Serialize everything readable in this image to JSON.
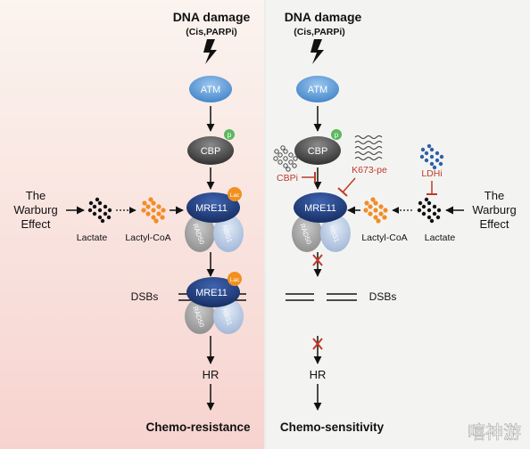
{
  "left": {
    "dna_damage": "DNA damage",
    "agents": "(Cis,PARPi)",
    "atm": "ATM",
    "cbp": "CBP",
    "p_badge": "p",
    "warburg": [
      "The",
      "Warburg",
      "Effect"
    ],
    "lactate": "Lactate",
    "lactyl_coa": "Lactyl-CoA",
    "mre11": "MRE11",
    "lac_badge": "Lac",
    "rad50": "RAD50",
    "nbs1": "NBS1",
    "dsbs": "DSBs",
    "hr": "HR",
    "outcome": "Chemo-resistance"
  },
  "right": {
    "dna_damage": "DNA damage",
    "agents": "(Cis,PARPi)",
    "atm": "ATM",
    "cbp": "CBP",
    "p_badge": "p",
    "cbpi": "CBPi",
    "k673": "K673-pe",
    "ldhi": "LDHi",
    "warburg": [
      "The",
      "Warburg",
      "Effect"
    ],
    "lactate": "Lactate",
    "lactyl_coa": "Lactyl-CoA",
    "mre11": "MRE11",
    "rad50": "RAD50",
    "nbs1": "NBS1",
    "dsbs": "DSBs",
    "hr": "HR",
    "outcome": "Chemo-sensitivity"
  },
  "watermark": "嘻神游",
  "colors": {
    "left_bg_top": "#fbf4ef",
    "left_bg_bottom": "#f7d3cf",
    "right_bg": "#f3f4f2",
    "atm_blue": "#5b9bd5",
    "mre11_navy": "#1f3f80",
    "cbp_gray": "#444444",
    "lactate_orange": "#f28c28",
    "inhibit_red": "#c0392b",
    "phospho_green": "#5cb85c",
    "lac_orange": "#f0911f"
  }
}
